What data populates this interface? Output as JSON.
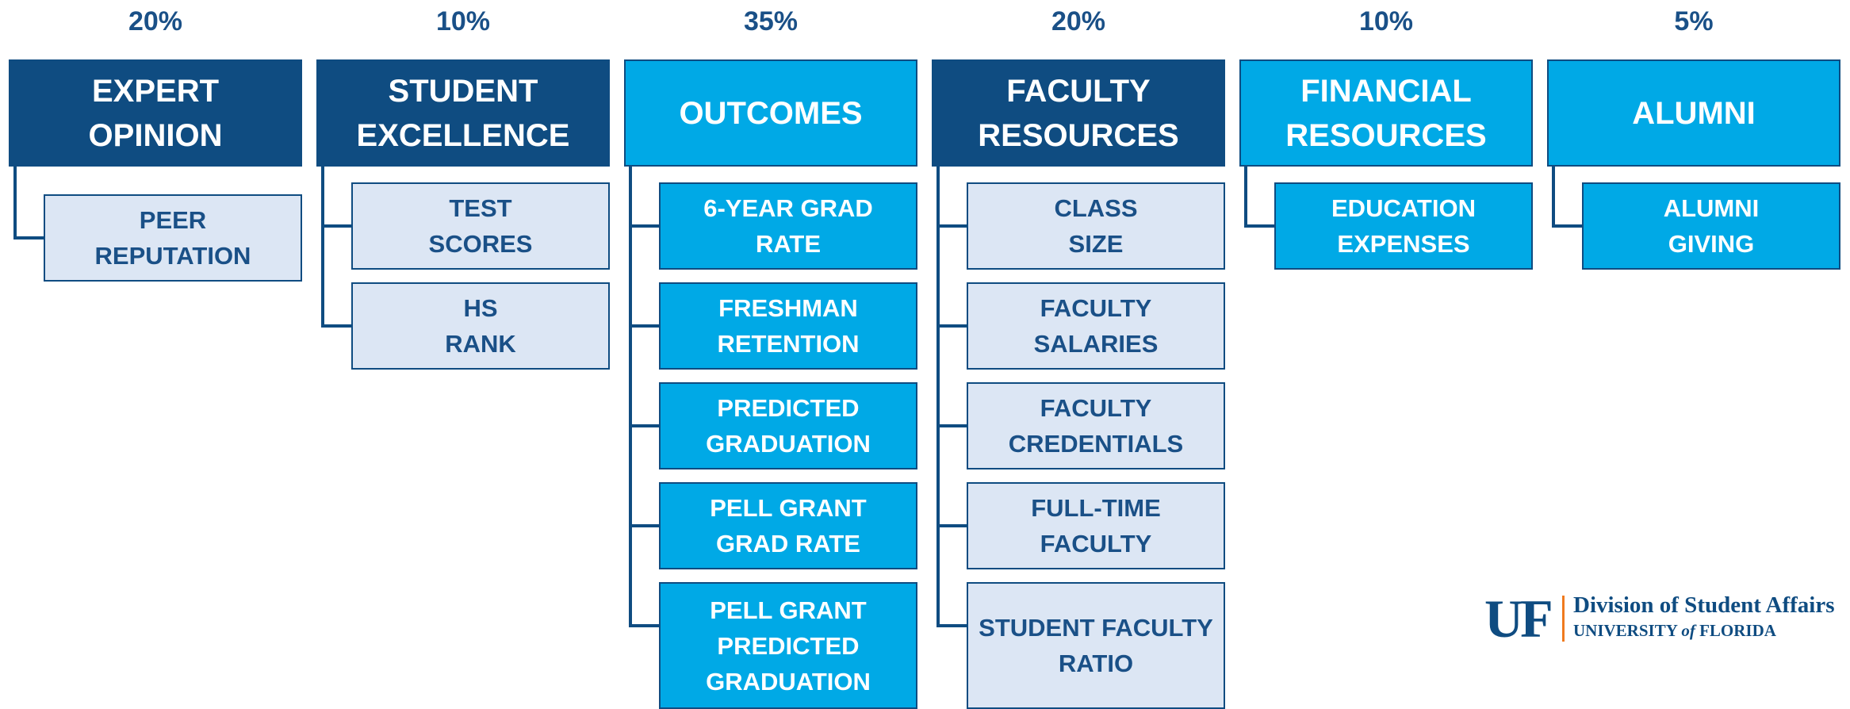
{
  "colors": {
    "dark": "#0f4c81",
    "bright": "#00a9e6",
    "pale": "#dce6f4",
    "accent": "#f07a1e"
  },
  "categories": [
    {
      "weight": "20%",
      "title": "EXPERT\nOPINION",
      "style": "dark",
      "items": [
        {
          "label": "PEER\nREPUTATION",
          "style": "pale"
        }
      ]
    },
    {
      "weight": "10%",
      "title": "STUDENT\nEXCELLENCE",
      "style": "dark",
      "items": [
        {
          "label": "TEST\nSCORES",
          "style": "pale"
        },
        {
          "label": "HS\nRANK",
          "style": "pale"
        }
      ]
    },
    {
      "weight": "35%",
      "title": "OUTCOMES",
      "style": "light",
      "items": [
        {
          "label": "6-YEAR GRAD\nRATE",
          "style": "bright"
        },
        {
          "label": "FRESHMAN\nRETENTION",
          "style": "bright"
        },
        {
          "label": "PREDICTED\nGRADUATION",
          "style": "bright"
        },
        {
          "label": "PELL GRANT\nGRAD RATE",
          "style": "bright"
        },
        {
          "label": "PELL GRANT\nPREDICTED\nGRADUATION",
          "style": "bright"
        }
      ]
    },
    {
      "weight": "20%",
      "title": "FACULTY\nRESOURCES",
      "style": "dark",
      "items": [
        {
          "label": "CLASS\nSIZE",
          "style": "pale"
        },
        {
          "label": "FACULTY\nSALARIES",
          "style": "pale"
        },
        {
          "label": "FACULTY\nCREDENTIALS",
          "style": "pale"
        },
        {
          "label": "FULL-TIME\nFACULTY",
          "style": "pale"
        },
        {
          "label": "STUDENT FACULTY\nRATIO",
          "style": "pale"
        }
      ]
    },
    {
      "weight": "10%",
      "title": "FINANCIAL\nRESOURCES",
      "style": "light",
      "items": [
        {
          "label": "EDUCATION\nEXPENSES",
          "style": "bright"
        }
      ]
    },
    {
      "weight": "5%",
      "title": "ALUMNI",
      "style": "light",
      "items": [
        {
          "label": "ALUMNI\nGIVING",
          "style": "bright"
        }
      ]
    }
  ],
  "logo": {
    "mark": "UF",
    "line1": "Division of Student Affairs",
    "line2_pre": "UNIVERSITY ",
    "line2_of": "of",
    "line2_post": " FLORIDA"
  }
}
